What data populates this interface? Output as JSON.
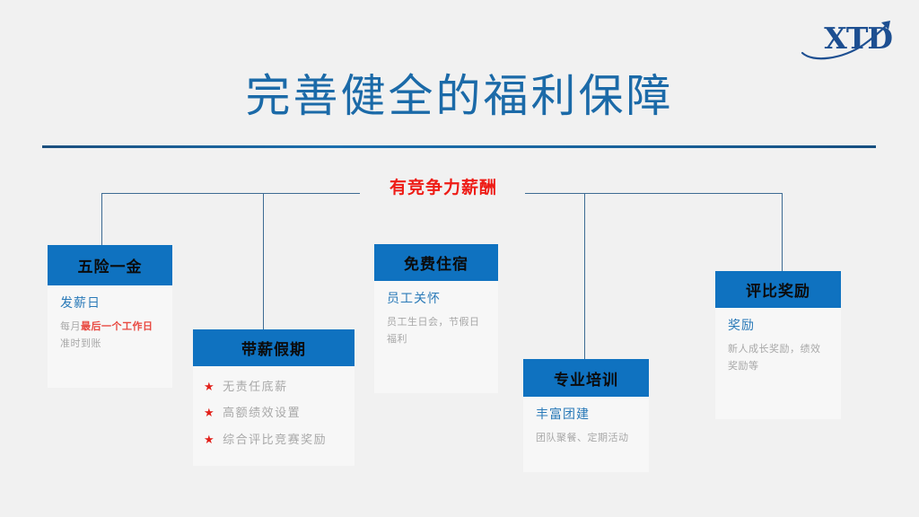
{
  "logo": {
    "text": "XTD",
    "mark": "swoosh-arrow"
  },
  "title": "完善健全的福利保障",
  "banner": {
    "label": "有竞争力薪酬",
    "color": "#ee1c16"
  },
  "theme": {
    "background": "#f1f1f1",
    "header_blue": "#0f72c0",
    "title_blue": "#1b6aa8",
    "subtitle_blue": "#2a7ab8",
    "body_grey": "#a8a8a8",
    "accent_red": "#e2201a",
    "card_bg": "#f7f7f7",
    "connector": "#3d6b93"
  },
  "cards": [
    {
      "id": "social-insurance",
      "header": "五险一金",
      "subtitle": "发薪日",
      "text_parts": [
        {
          "t": "每月",
          "hl": false
        },
        {
          "t": "最后一个工作日",
          "hl": true
        },
        {
          "t": "准时到账",
          "hl": false
        }
      ]
    },
    {
      "id": "paid-leave",
      "header": "带薪假期",
      "bullets": [
        "无责任底薪",
        "高额绩效设置",
        "综合评比竞赛奖励"
      ]
    },
    {
      "id": "free-housing",
      "header": "免费住宿",
      "subtitle": "员工关怀",
      "text_parts": [
        {
          "t": "员工生日会，节假日福利",
          "hl": false
        }
      ]
    },
    {
      "id": "professional-training",
      "header": "专业培训",
      "subtitle": "丰富团建",
      "text_parts": [
        {
          "t": "团队聚餐、定期活动",
          "hl": false
        }
      ]
    },
    {
      "id": "appraisal-reward",
      "header": "评比奖励",
      "subtitle": "奖励",
      "text_parts": [
        {
          "t": "新人成长奖励，绩效奖励等",
          "hl": false
        }
      ]
    }
  ]
}
